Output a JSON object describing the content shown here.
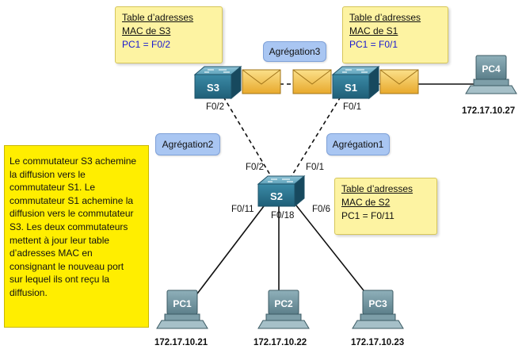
{
  "tables": {
    "s3": {
      "line1": "Table d’adresses",
      "line2": "MAC de S3",
      "line3": "PC1 = F0/2"
    },
    "s1": {
      "line1": "Table d’adresses",
      "line2": "MAC de S1",
      "line3": "PC1 = F0/1"
    },
    "s2": {
      "line1": "Table d’adresses",
      "line2": "MAC de S2",
      "line3": "PC1 = F0/11"
    }
  },
  "aggregations": {
    "agg3": "Agrégation3",
    "agg2": "Agrégation2",
    "agg1": "Agrégation1"
  },
  "switches": {
    "s3": "S3",
    "s1": "S1",
    "s2": "S2"
  },
  "pcs": {
    "pc1": "PC1",
    "pc2": "PC2",
    "pc3": "PC3",
    "pc4": "PC4"
  },
  "ports": {
    "s3_f02": "F0/2",
    "s1_f01": "F0/1",
    "s2_f02": "F0/2",
    "s2_f01": "F0/1",
    "s2_f011": "F0/11",
    "s2_f018": "F0/18",
    "s2_f06": "F0/6"
  },
  "ips": {
    "pc1": "172.17.10.21",
    "pc2": "172.17.10.22",
    "pc3": "172.17.10.23",
    "pc4": "172.17.10.27"
  },
  "explanation": {
    "lines": [
      "Le commutateur S3 achemine",
      "la diffusion vers le",
      "commutateur S1. Le",
      "commutateur S1 achemine la",
      "diffusion vers le commutateur",
      "S3. Les deux commutateurs",
      "mettent à jour leur table",
      "d’adresses MAC en",
      "consignant le nouveau port",
      "sur lequel ils ont reçu la",
      "diffusion."
    ]
  },
  "colors": {
    "note": "#fdf3a2",
    "explain": "#ffee00",
    "agg": "#a9c6f2",
    "switch": "#2f7f9c",
    "pc": "#5f8794",
    "envelope": "#f3c44a"
  }
}
